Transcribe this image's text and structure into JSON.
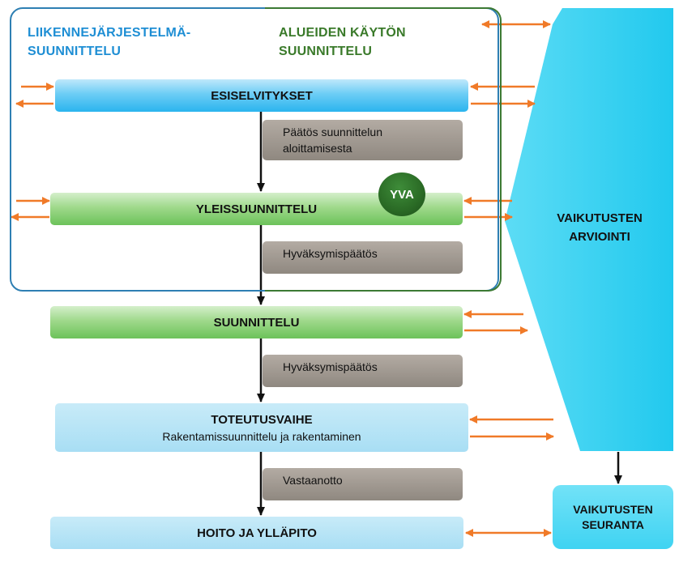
{
  "headers": {
    "transport_line1": "LIIKENNEJÄRJESTELMÄ-",
    "transport_line2": "SUUNNITTELU",
    "landuse_line1": "ALUEIDEN KÄYTÖN",
    "landuse_line2": "SUUNNITTELU"
  },
  "stages": {
    "esiselvitykset": "ESISELVITYKSET",
    "yleissuunnittelu": "YLEISSUUNNITTELU",
    "suunnittelu": "SUUNNITTELU",
    "toteutusvaihe": "TOTEUTUSVAIHE",
    "toteutusvaihe_sub": "Rakentamissuunnittelu ja rakentaminen",
    "hoito": "HOITO JA YLLÄPITO"
  },
  "decisions": {
    "d1_line1": "Päätös suunnittelun",
    "d1_line2": "aloittamisesta",
    "d2": "Hyväksymispäätös",
    "d3": "Hyväksymispäätös",
    "d4": "Vastaanotto"
  },
  "yva": "YVA",
  "assessment": {
    "line1": "VAIKUTUSTEN",
    "line2": "ARVIOINTI"
  },
  "monitoring": {
    "line1": "VAIKUTUSTEN",
    "line2": "SEURANTA"
  },
  "colors": {
    "arrow_orange": "#f07a28",
    "assessment_cyan": "#2fd0f0",
    "frame_blue": "#2e7fb3",
    "frame_green": "#3c7a34",
    "header_blue": "#1e8ed4",
    "header_green": "#3a7a2a"
  }
}
